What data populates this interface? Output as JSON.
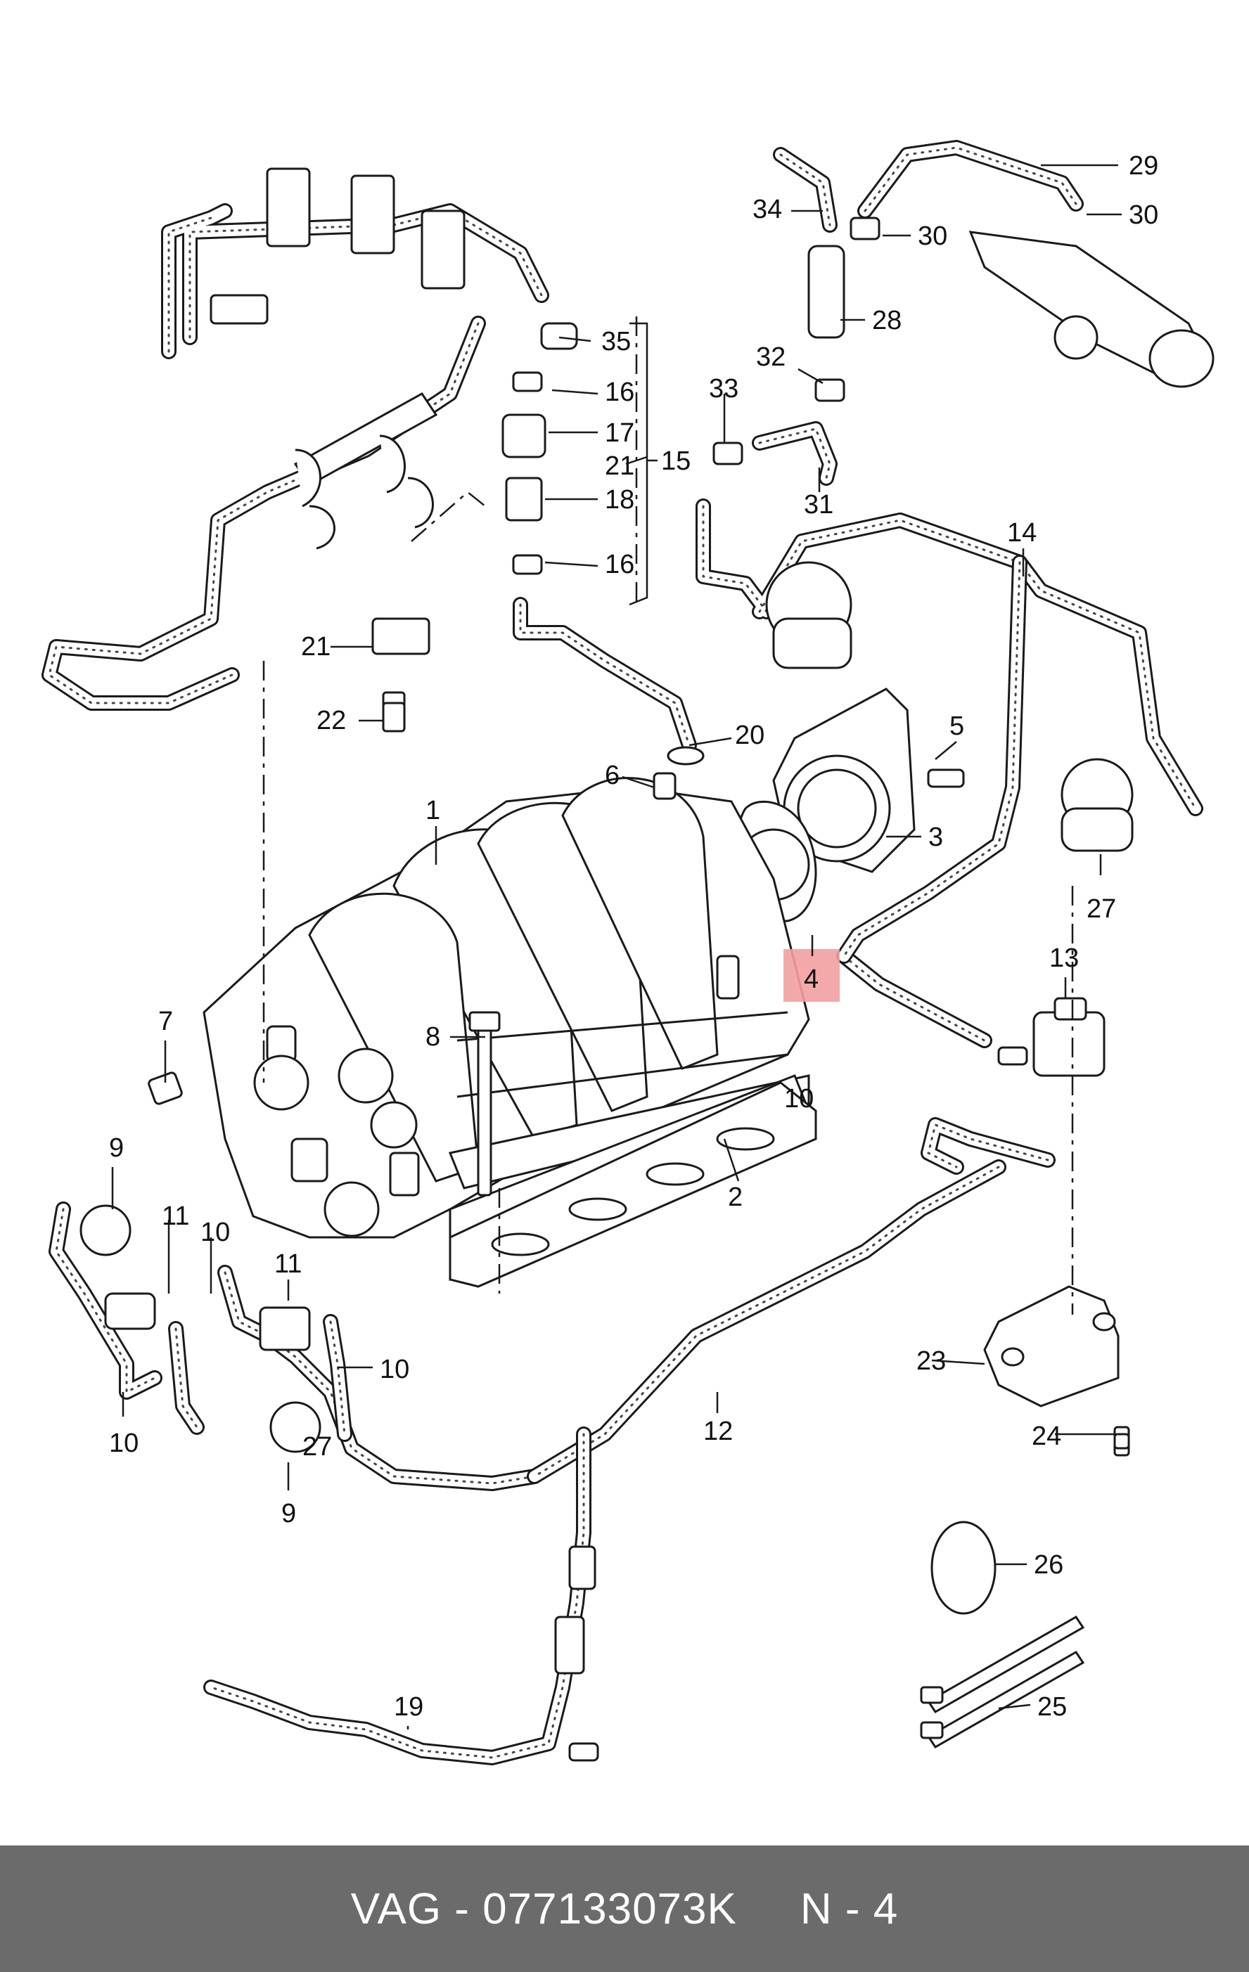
{
  "diagram": {
    "callouts": [
      "1",
      "2",
      "3",
      "4",
      "5",
      "6",
      "7",
      "8",
      "9",
      "9",
      "10",
      "10",
      "10",
      "10",
      "11",
      "11",
      "12",
      "13",
      "14",
      "15",
      "16",
      "16",
      "17",
      "18",
      "19",
      "20",
      "21",
      "21",
      "22",
      "23",
      "24",
      "25",
      "26",
      "27",
      "27",
      "28",
      "29",
      "30",
      "30",
      "31",
      "32",
      "33",
      "34",
      "35"
    ],
    "highlighted_callout": "4",
    "highlight_color": "#f2a0a0"
  },
  "footer": {
    "part_label": "VAG - 077133073K",
    "position_label": "N - 4",
    "background_color": "#6b6b6b"
  }
}
